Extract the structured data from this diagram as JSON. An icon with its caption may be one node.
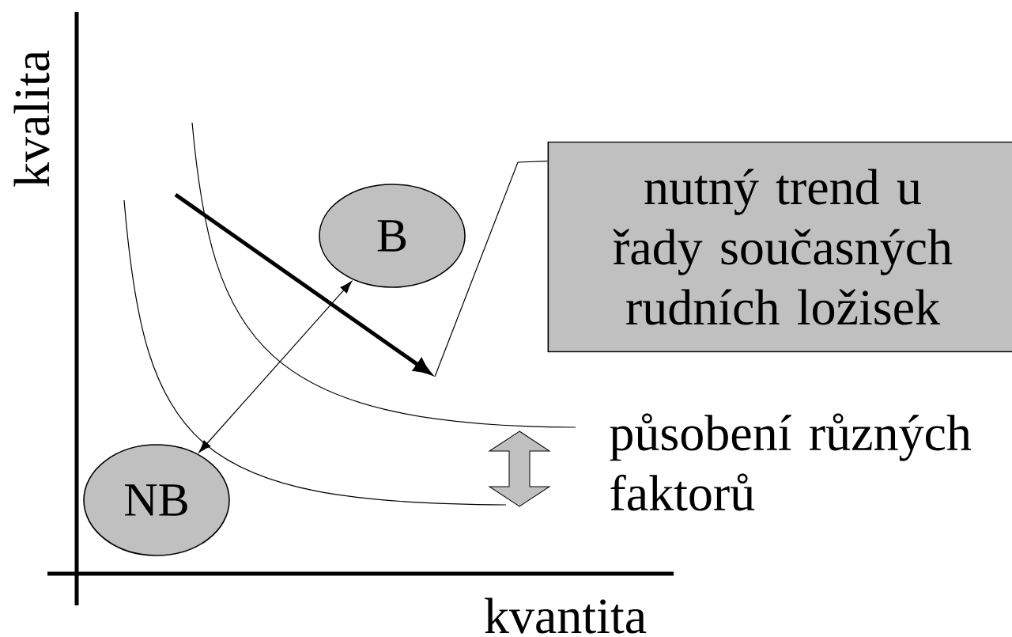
{
  "diagram": {
    "nodes": [
      {
        "text": [
          "B"
        ]
      },
      {
        "text": [
          "NB"
        ]
      },
      {
        "text": [
          "nutný trend u řady současných rudních ložisek"
        ]
      }
    ],
    "edges": [
      {
        "from": 1,
        "to": 0,
        "arrow": "both"
      },
      {
        "from": 2,
        "to": null,
        "arrow": "none"
      }
    ],
    "labels": [
      "kvalita",
      "kvantita",
      "působení různých faktorů"
    ]
  }
}
